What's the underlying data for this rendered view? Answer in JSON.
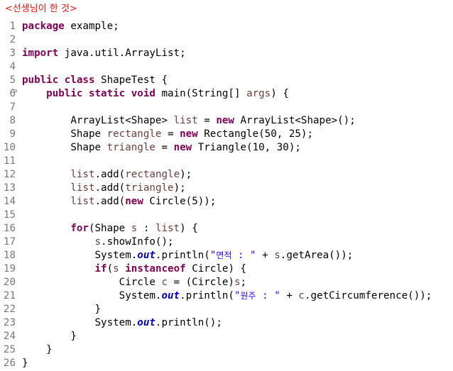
{
  "title": "<선생님이 한 것>",
  "fold_marker": "⊖",
  "lines": [
    {
      "n": "1",
      "tokens": [
        {
          "t": "package",
          "c": "kw"
        },
        {
          "t": " example;"
        }
      ]
    },
    {
      "n": "2",
      "tokens": []
    },
    {
      "n": "3",
      "tokens": [
        {
          "t": "import",
          "c": "kw"
        },
        {
          "t": " java.util.ArrayList;"
        }
      ]
    },
    {
      "n": "4",
      "tokens": []
    },
    {
      "n": "5",
      "tokens": [
        {
          "t": "public",
          "c": "kw"
        },
        {
          "t": " "
        },
        {
          "t": "class",
          "c": "kw"
        },
        {
          "t": " ShapeTest {"
        }
      ]
    },
    {
      "n": "6",
      "fold": true,
      "tokens": [
        {
          "t": "    "
        },
        {
          "t": "public",
          "c": "kw"
        },
        {
          "t": " "
        },
        {
          "t": "static",
          "c": "kw"
        },
        {
          "t": " "
        },
        {
          "t": "void",
          "c": "kw"
        },
        {
          "t": " main(String[] "
        },
        {
          "t": "args",
          "c": "var"
        },
        {
          "t": ") {"
        }
      ]
    },
    {
      "n": "7",
      "tokens": []
    },
    {
      "n": "8",
      "tokens": [
        {
          "t": "        ArrayList<Shape> "
        },
        {
          "t": "list",
          "c": "var"
        },
        {
          "t": " = "
        },
        {
          "t": "new",
          "c": "kw"
        },
        {
          "t": " ArrayList<Shape>();"
        }
      ]
    },
    {
      "n": "9",
      "tokens": [
        {
          "t": "        Shape "
        },
        {
          "t": "rectangle",
          "c": "var"
        },
        {
          "t": " = "
        },
        {
          "t": "new",
          "c": "kw"
        },
        {
          "t": " Rectangle(50, 25);"
        }
      ]
    },
    {
      "n": "10",
      "tokens": [
        {
          "t": "        Shape "
        },
        {
          "t": "triangle",
          "c": "var"
        },
        {
          "t": " = "
        },
        {
          "t": "new",
          "c": "kw"
        },
        {
          "t": " Triangle(10, 30);"
        }
      ]
    },
    {
      "n": "11",
      "tokens": []
    },
    {
      "n": "12",
      "tokens": [
        {
          "t": "        "
        },
        {
          "t": "list",
          "c": "var"
        },
        {
          "t": ".add("
        },
        {
          "t": "rectangle",
          "c": "var"
        },
        {
          "t": ");"
        }
      ]
    },
    {
      "n": "13",
      "tokens": [
        {
          "t": "        "
        },
        {
          "t": "list",
          "c": "var"
        },
        {
          "t": ".add("
        },
        {
          "t": "triangle",
          "c": "var"
        },
        {
          "t": ");"
        }
      ]
    },
    {
      "n": "14",
      "tokens": [
        {
          "t": "        "
        },
        {
          "t": "list",
          "c": "var"
        },
        {
          "t": ".add("
        },
        {
          "t": "new",
          "c": "kw"
        },
        {
          "t": " Circle(5));"
        }
      ]
    },
    {
      "n": "15",
      "tokens": []
    },
    {
      "n": "16",
      "tokens": [
        {
          "t": "        "
        },
        {
          "t": "for",
          "c": "kw"
        },
        {
          "t": "(Shape "
        },
        {
          "t": "s",
          "c": "var"
        },
        {
          "t": " : "
        },
        {
          "t": "list",
          "c": "var"
        },
        {
          "t": ") {"
        }
      ]
    },
    {
      "n": "17",
      "tokens": [
        {
          "t": "            "
        },
        {
          "t": "s",
          "c": "var"
        },
        {
          "t": ".showInfo();"
        }
      ]
    },
    {
      "n": "18",
      "tokens": [
        {
          "t": "            System."
        },
        {
          "t": "out",
          "c": "fld"
        },
        {
          "t": ".println("
        },
        {
          "t": "\"",
          "c": "str"
        },
        {
          "t": "면적",
          "c": "str kr"
        },
        {
          "t": " : \"",
          "c": "str"
        },
        {
          "t": " + "
        },
        {
          "t": "s",
          "c": "var"
        },
        {
          "t": ".getArea());"
        }
      ]
    },
    {
      "n": "19",
      "tokens": [
        {
          "t": "            "
        },
        {
          "t": "if",
          "c": "kw"
        },
        {
          "t": "("
        },
        {
          "t": "s",
          "c": "var"
        },
        {
          "t": " "
        },
        {
          "t": "instanceof",
          "c": "kw"
        },
        {
          "t": " Circle) {"
        }
      ]
    },
    {
      "n": "20",
      "tokens": [
        {
          "t": "                Circle "
        },
        {
          "t": "c",
          "c": "var"
        },
        {
          "t": " = (Circle)"
        },
        {
          "t": "s",
          "c": "var"
        },
        {
          "t": ";"
        }
      ]
    },
    {
      "n": "21",
      "tokens": [
        {
          "t": "                System."
        },
        {
          "t": "out",
          "c": "fld"
        },
        {
          "t": ".println("
        },
        {
          "t": "\"",
          "c": "str"
        },
        {
          "t": "원주",
          "c": "str kr"
        },
        {
          "t": " : \"",
          "c": "str"
        },
        {
          "t": " + "
        },
        {
          "t": "c",
          "c": "var"
        },
        {
          "t": ".getCircumference());"
        }
      ]
    },
    {
      "n": "22",
      "tokens": [
        {
          "t": "            }"
        }
      ]
    },
    {
      "n": "23",
      "tokens": [
        {
          "t": "            System."
        },
        {
          "t": "out",
          "c": "fld"
        },
        {
          "t": ".println();"
        }
      ]
    },
    {
      "n": "24",
      "tokens": [
        {
          "t": "        }"
        }
      ]
    },
    {
      "n": "25",
      "tokens": [
        {
          "t": "    }"
        }
      ]
    },
    {
      "n": "26",
      "tokens": [
        {
          "t": "}"
        }
      ]
    }
  ]
}
